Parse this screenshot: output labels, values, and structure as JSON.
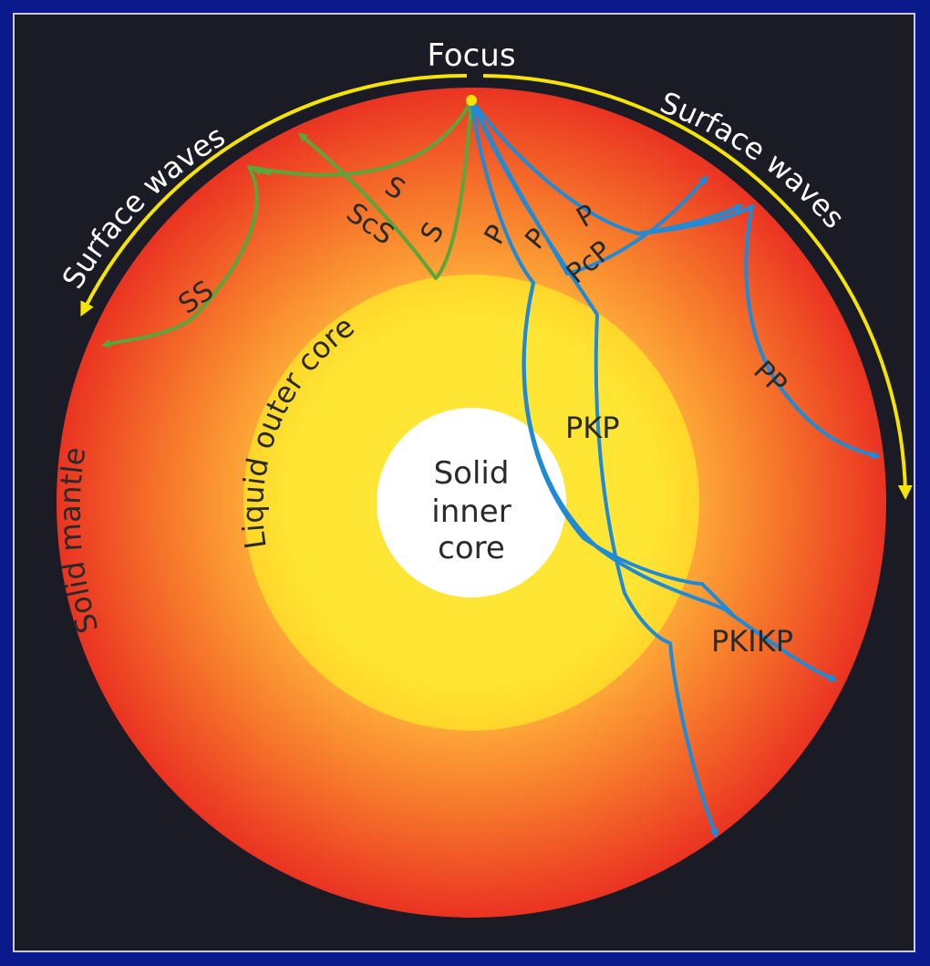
{
  "labels": {
    "focus": "Focus",
    "surface_left": "Surface waves",
    "surface_right": "Surface waves",
    "mantle": "Solid mantle",
    "outer_core": "Liquid outer core",
    "inner_core_1": "Solid",
    "inner_core_2": "inner",
    "inner_core_3": "core",
    "s1": "S",
    "s2": "S",
    "scs": "ScS",
    "ss": "SS",
    "p1": "P",
    "p2": "P",
    "p3": "P",
    "pcp": "PcP",
    "pp": "PP",
    "pkp": "PKP",
    "pkikp": "PKIKP"
  },
  "colors": {
    "background": "#1b1b26",
    "frame": "#0a1a8c",
    "mantle_outer": "#ee3a24",
    "mantle_inner": "#ffb23a",
    "outer_core": "#ffe534",
    "inner_core": "#ffffff",
    "s_waves": "#5aa63a",
    "p_waves": "#1f8ad6",
    "surface_arrows": "#f5e400"
  }
}
